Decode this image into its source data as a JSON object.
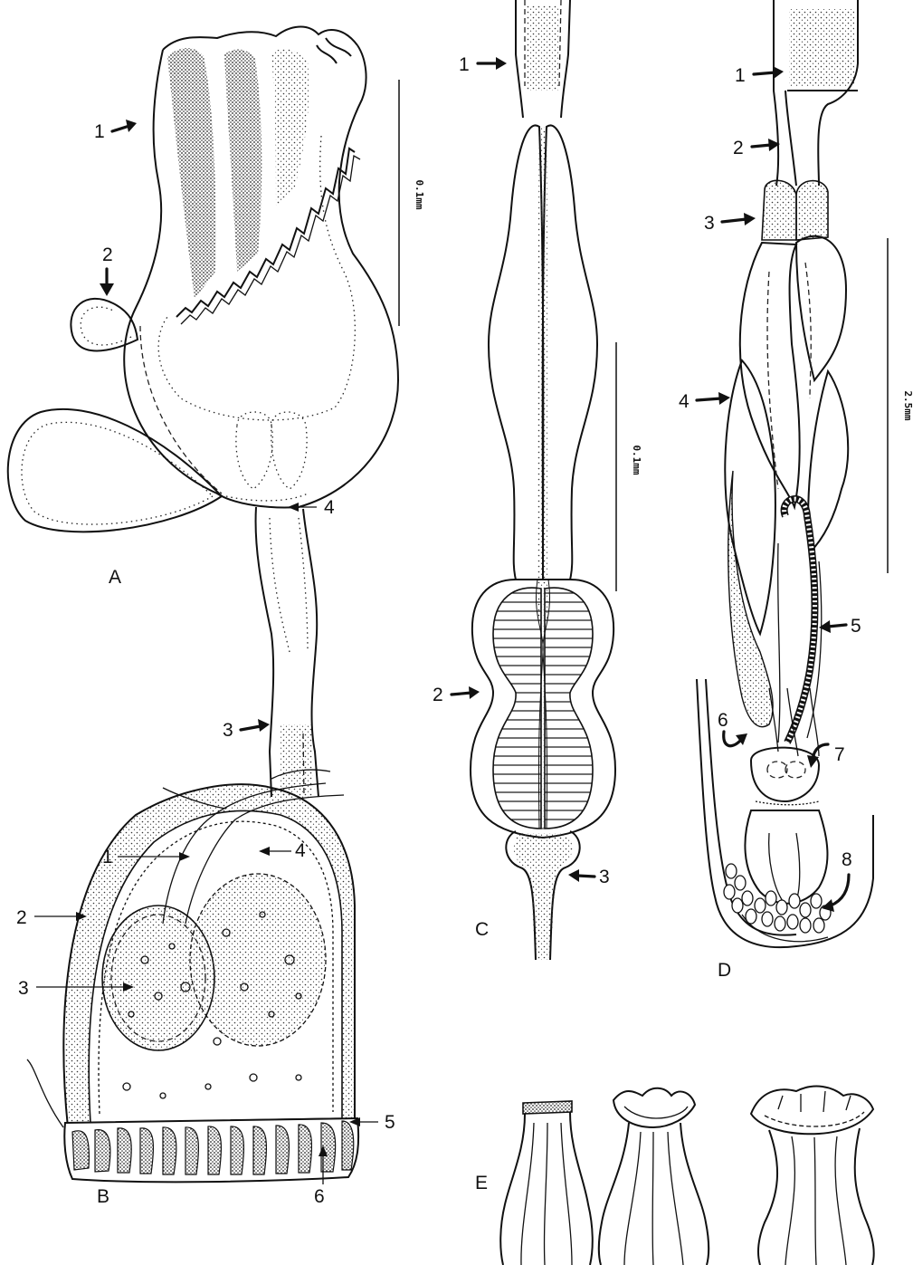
{
  "panels": {
    "A": {
      "letter": "A",
      "scale": "0.1mm",
      "callouts": [
        "1",
        "2",
        "3",
        "4"
      ]
    },
    "B": {
      "letter": "B",
      "callouts": [
        "1",
        "2",
        "3",
        "4",
        "5",
        "6"
      ]
    },
    "C": {
      "letter": "C",
      "scale": "0.1mm",
      "callouts": [
        "1",
        "2",
        "3"
      ]
    },
    "D": {
      "letter": "D",
      "scale": "2.5mm",
      "callouts": [
        "1",
        "2",
        "3",
        "4",
        "5",
        "6",
        "7",
        "8"
      ]
    },
    "E": {
      "letter": "E"
    }
  },
  "colors": {
    "ink": "#111111",
    "paper": "#ffffff"
  }
}
